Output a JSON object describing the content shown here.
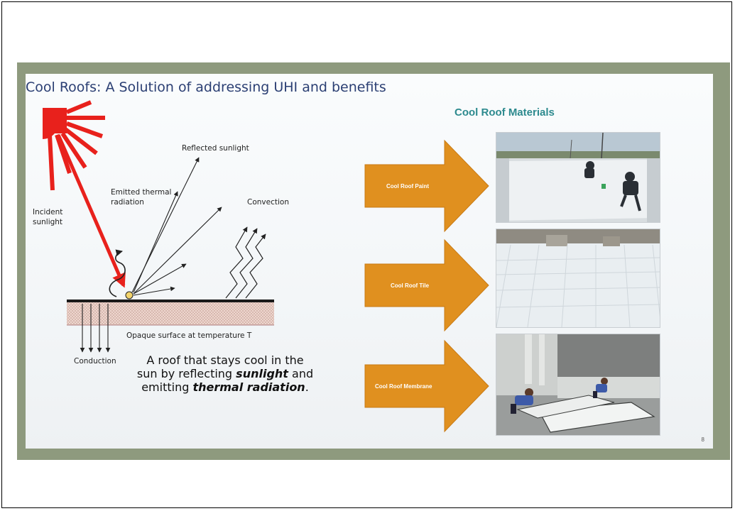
{
  "slide": {
    "title": "Cool Roofs: A Solution of addressing UHI and benefits",
    "page_number": "8"
  },
  "diagram": {
    "reflected_label": "Reflected sunlight",
    "emitted_label_1": "Emitted thermal",
    "emitted_label_2": "radiation",
    "convection_label": "Convection",
    "incident_label_1": "Incident",
    "incident_label_2": "sunlight",
    "surface_label": "Opaque surface at temperature T",
    "conduction_label": "Conduction"
  },
  "caption": {
    "part1": "A roof that stays cool in the sun by reflecting ",
    "em1": "sunlight",
    "part2": " and emitting ",
    "em2": "thermal radiation",
    "part3": "."
  },
  "materials": {
    "title": "Cool Roof Materials",
    "items": [
      {
        "label": "Cool Roof Paint"
      },
      {
        "label": "Cool Roof Tile"
      },
      {
        "label": "Cool Roof Membrane"
      }
    ]
  },
  "colors": {
    "sun": "#e8211c",
    "arrow": "#e0901f",
    "title": "#2b3f73",
    "materials_title": "#2d8a8e",
    "mat": "#8e9a7e"
  }
}
